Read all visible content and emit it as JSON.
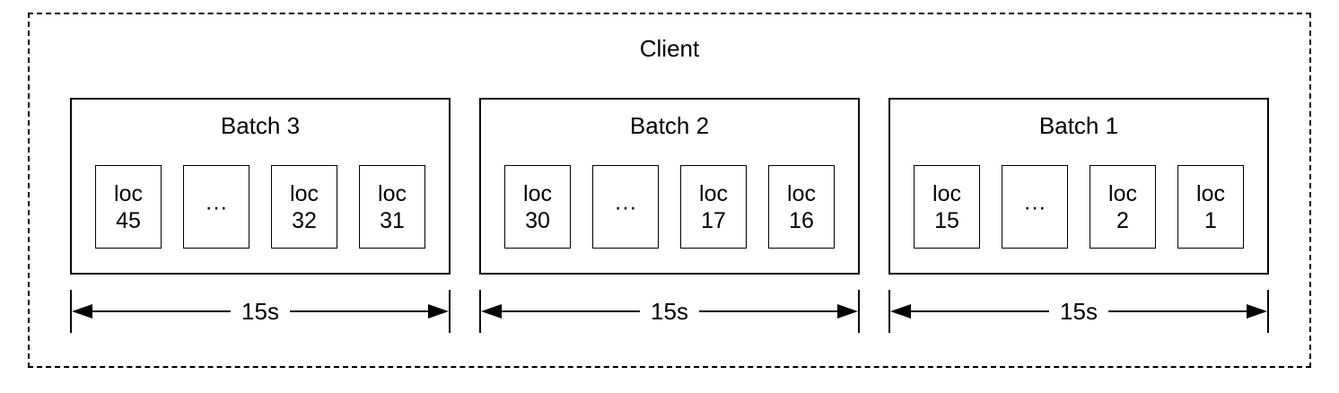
{
  "diagram": {
    "title": "Client",
    "colors": {
      "line": "#000000",
      "background": "#ffffff"
    },
    "batches": [
      {
        "label": "Batch 3",
        "duration": "15s",
        "slots": [
          {
            "line1": "loc",
            "line2": "45"
          },
          {
            "line1": "···"
          },
          {
            "line1": "loc",
            "line2": "32"
          },
          {
            "line1": "loc",
            "line2": "31"
          }
        ]
      },
      {
        "label": "Batch 2",
        "duration": "15s",
        "slots": [
          {
            "line1": "loc",
            "line2": "30"
          },
          {
            "line1": "···"
          },
          {
            "line1": "loc",
            "line2": "17"
          },
          {
            "line1": "loc",
            "line2": "16"
          }
        ]
      },
      {
        "label": "Batch 1",
        "duration": "15s",
        "slots": [
          {
            "line1": "loc",
            "line2": "15"
          },
          {
            "line1": "···"
          },
          {
            "line1": "loc",
            "line2": "2"
          },
          {
            "line1": "loc",
            "line2": "1"
          }
        ]
      }
    ]
  }
}
